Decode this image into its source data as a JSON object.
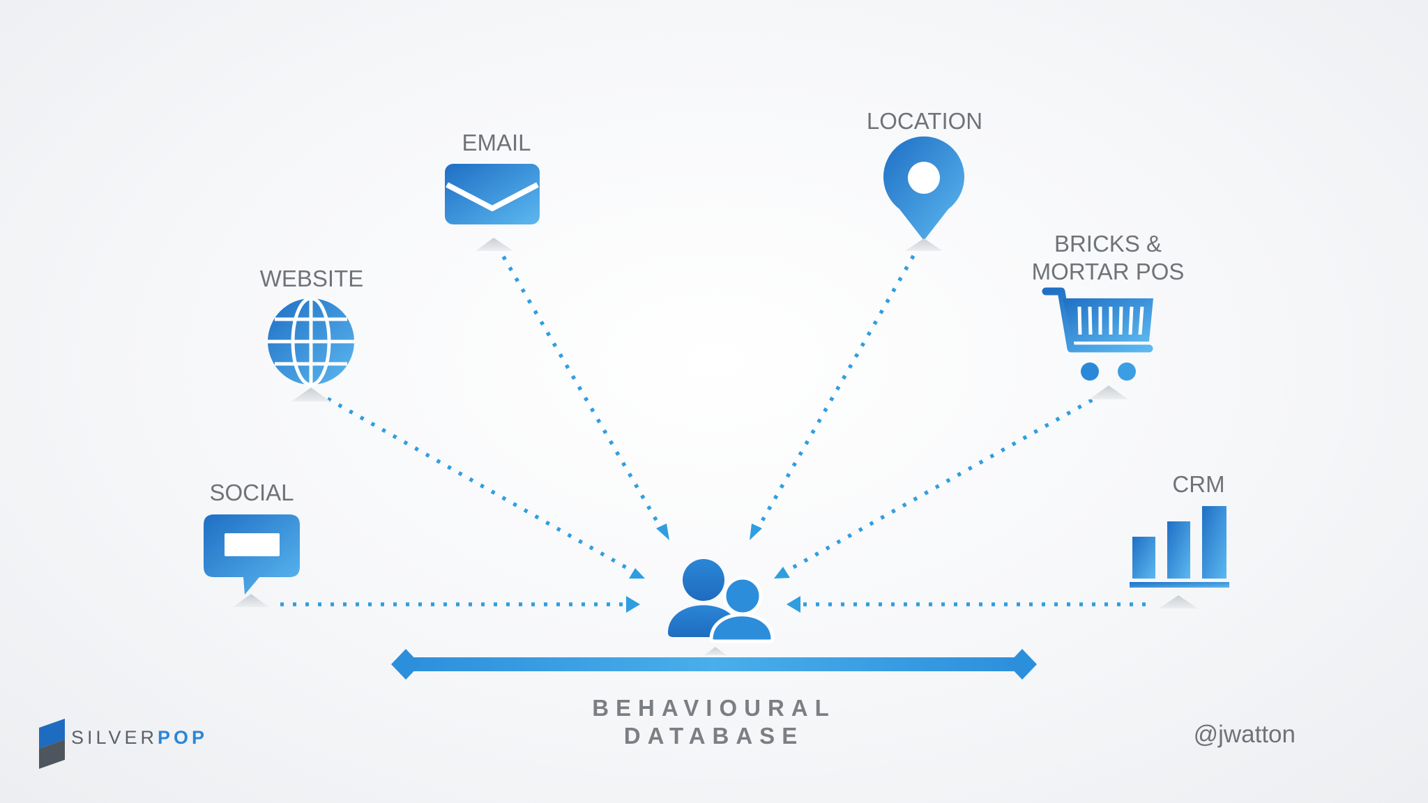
{
  "nodes": {
    "email": {
      "label": "EMAIL",
      "icon": "envelope-icon"
    },
    "location": {
      "label": "LOCATION",
      "icon": "map-pin-icon"
    },
    "website": {
      "label": "WEBSITE",
      "icon": "globe-icon"
    },
    "bricks": {
      "label_line1": "BRICKS &",
      "label_line2": "MORTAR POS",
      "icon": "shopping-cart-icon"
    },
    "social": {
      "label": "SOCIAL",
      "icon": "speech-bubble-icon"
    },
    "crm": {
      "label": "CRM",
      "icon": "bar-chart-icon"
    }
  },
  "center": {
    "icon": "users-icon",
    "label_line1": "BEHAVIOURAL",
    "label_line2": "DATABASE"
  },
  "logo": {
    "text_light": "SILVER",
    "text_dark": "POP"
  },
  "handle": "@jwatton",
  "colors": {
    "accent": "#2f9ee0",
    "icon_dark": "#1f6fc4",
    "icon_light": "#5cb8f0",
    "label": "#6f7378"
  }
}
